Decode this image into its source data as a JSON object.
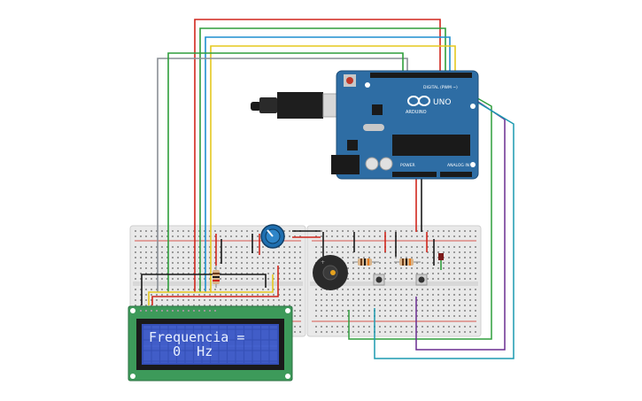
{
  "lcd": {
    "line1": "Frequencia =",
    "line2": "   0  Hz"
  },
  "arduino": {
    "brand": "UNO",
    "digital_label": "DIGITAL (PWM ~)",
    "power_label": "POWER",
    "analog_label": "ANALOG IN",
    "logo_text": "ARDUINO"
  },
  "wire_colors": {
    "red": "#d0271d",
    "green": "#2f9e3c",
    "blue": "#1f8fcf",
    "yellow": "#e5c81f",
    "gray": "#8a8f96",
    "purple": "#6a2d91",
    "teal": "#1c9ab0",
    "black": "#1a1a1a"
  },
  "components": {
    "board_color": "#2e6da4",
    "lcd_pcb_color": "#3d9a5a",
    "lcd_screen_color": "#3550b8",
    "breadboard_color": "#e9e9e9",
    "buzzer_color": "#2a2a2a",
    "potentiometer_color": "#1f6fb0"
  }
}
